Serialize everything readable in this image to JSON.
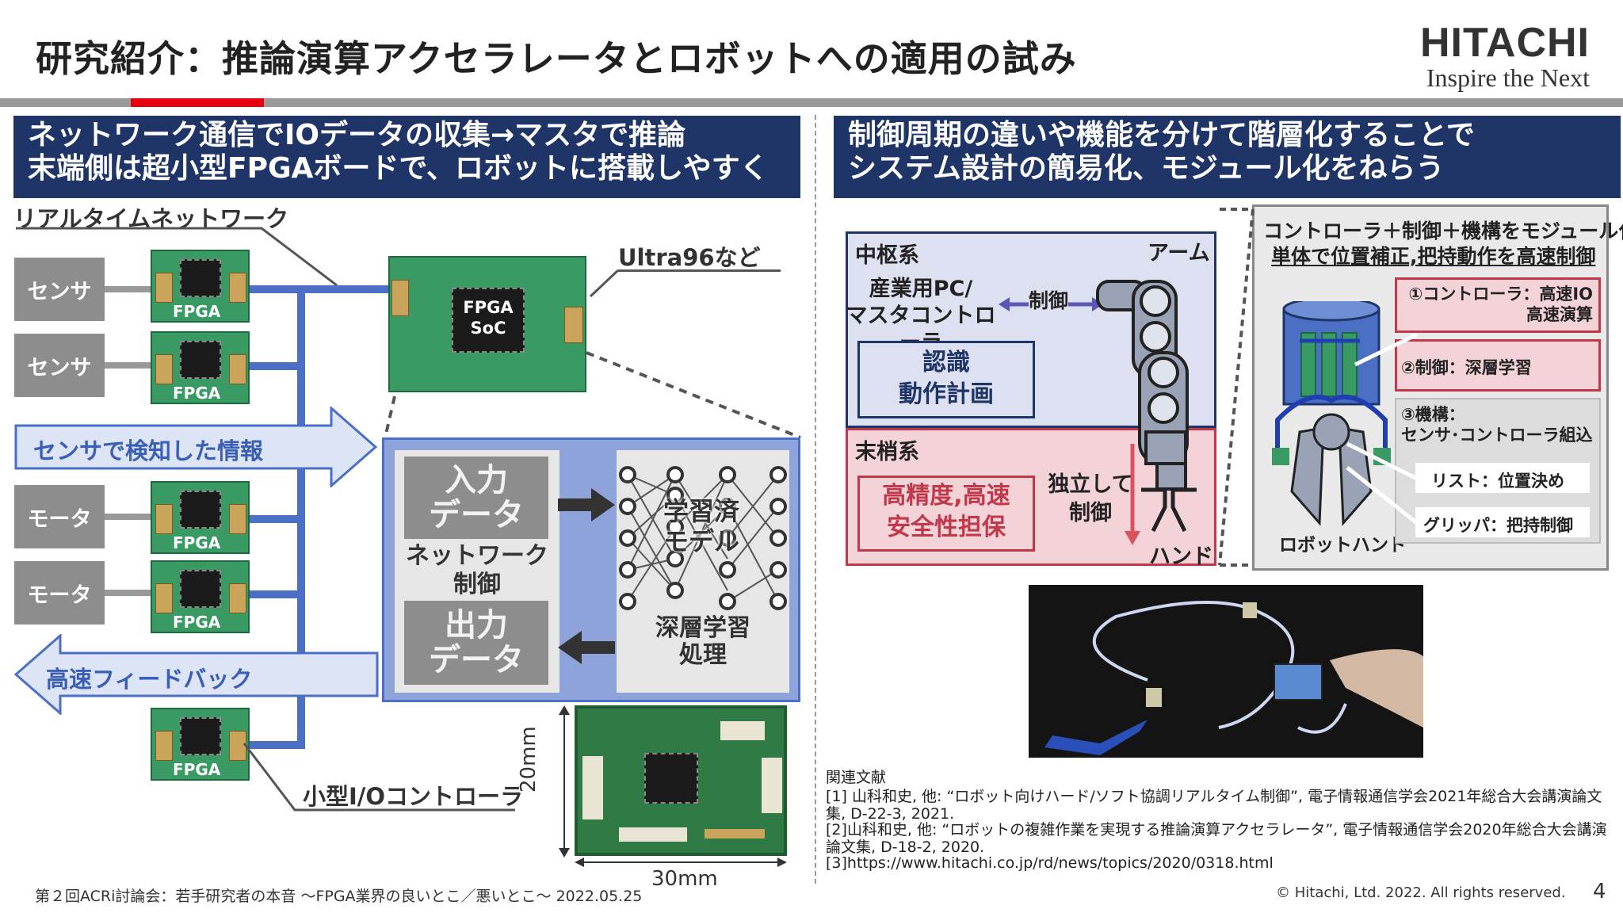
{
  "title": "研究紹介：推論演算アクセラレータとロボットへの適用の試み",
  "logo": {
    "main": "HITACHI",
    "sub": "Inspire the Next"
  },
  "left": {
    "header_line1": "ネットワーク通信でIOデータの収集→マスタで推論",
    "header_line2": "末端側は超小型FPGAボードで、ロボットに搭載しやすく",
    "rt_network": "リアルタイムネットワーク",
    "ultra96": "Ultra96など",
    "sensor1": "センサ",
    "sensor2": "センサ",
    "motor1": "モータ",
    "motor2": "モータ",
    "fpga_label": "FPGA",
    "soc_label1": "FPGA",
    "soc_label2": "SoC",
    "arrow_sense": "センサで検知した情報",
    "arrow_feedback": "高速フィードバック",
    "input_data": "入力\nデータ",
    "network_ctrl": "ネットワーク\n制御",
    "output_data": "出力\nデータ",
    "trained_model": "学習済\nモデル",
    "dl_process": "深層学習\n処理",
    "io_controller": "小型I/Oコントローラ",
    "dim_h": "20mm",
    "dim_w": "30mm"
  },
  "right": {
    "header_line1": "制御周期の違いや機能を分けて階層化することで",
    "header_line2": "システム設計の簡易化、モジュール化をねらう",
    "central": "中枢系",
    "arm": "アーム",
    "industrial_pc": "産業用PC/\nマスタコントローラ",
    "control": "制御",
    "recognition": "認識\n動作計画",
    "peripheral": "末梢系",
    "high_precision": "高精度,高速\n安全性担保",
    "independent": "独立して\n制御",
    "hand": "ハンド",
    "module_title1": "コントローラ＋制御＋機構をモジュール化",
    "module_title2": "単体で位置補正,把持動作を高速制御",
    "item1": "①コントローラ：高速IO\n高速演算",
    "item2": "②制御：深層学習",
    "item3": "③機構：\nセンサ･コントローラ組込",
    "wrist": "リスト：位置決め",
    "gripper": "グリッパ：把持制御",
    "robot_hand": "ロボットハンド",
    "refs_title": "関連文献",
    "ref1": "[1] 山科和史, 他: “ロボット向けハード/ソフト協調リアルタイム制御”, 電子情報通信学会2021年総合大会講演論文\n集, D-22-3, 2021.",
    "ref2": "[2]山科和史, 他: “ロボットの複雑作業を実現する推論演算アクセラレータ”, 電子情報通信学会2020年総合大会講演\n論文集, D-18-2, 2020.",
    "ref3": "[3]https://www.hitachi.co.jp/rd/news/topics/2020/0318.html"
  },
  "footer": {
    "left": "第２回ACRi討論会：若手研究者の本音 ～FPGA業界の良いとこ／悪いとこ～  2022.05.25",
    "copyright": "© Hitachi, Ltd. 2022. All rights reserved.",
    "page": "4"
  },
  "colors": {
    "navy": "#1f3467",
    "red_accent": "#e60012",
    "bus_blue": "#4a6fc4",
    "fpga_green": "#3a9a64",
    "pink": "#f4d3d8",
    "lavender": "#dde0f0"
  }
}
